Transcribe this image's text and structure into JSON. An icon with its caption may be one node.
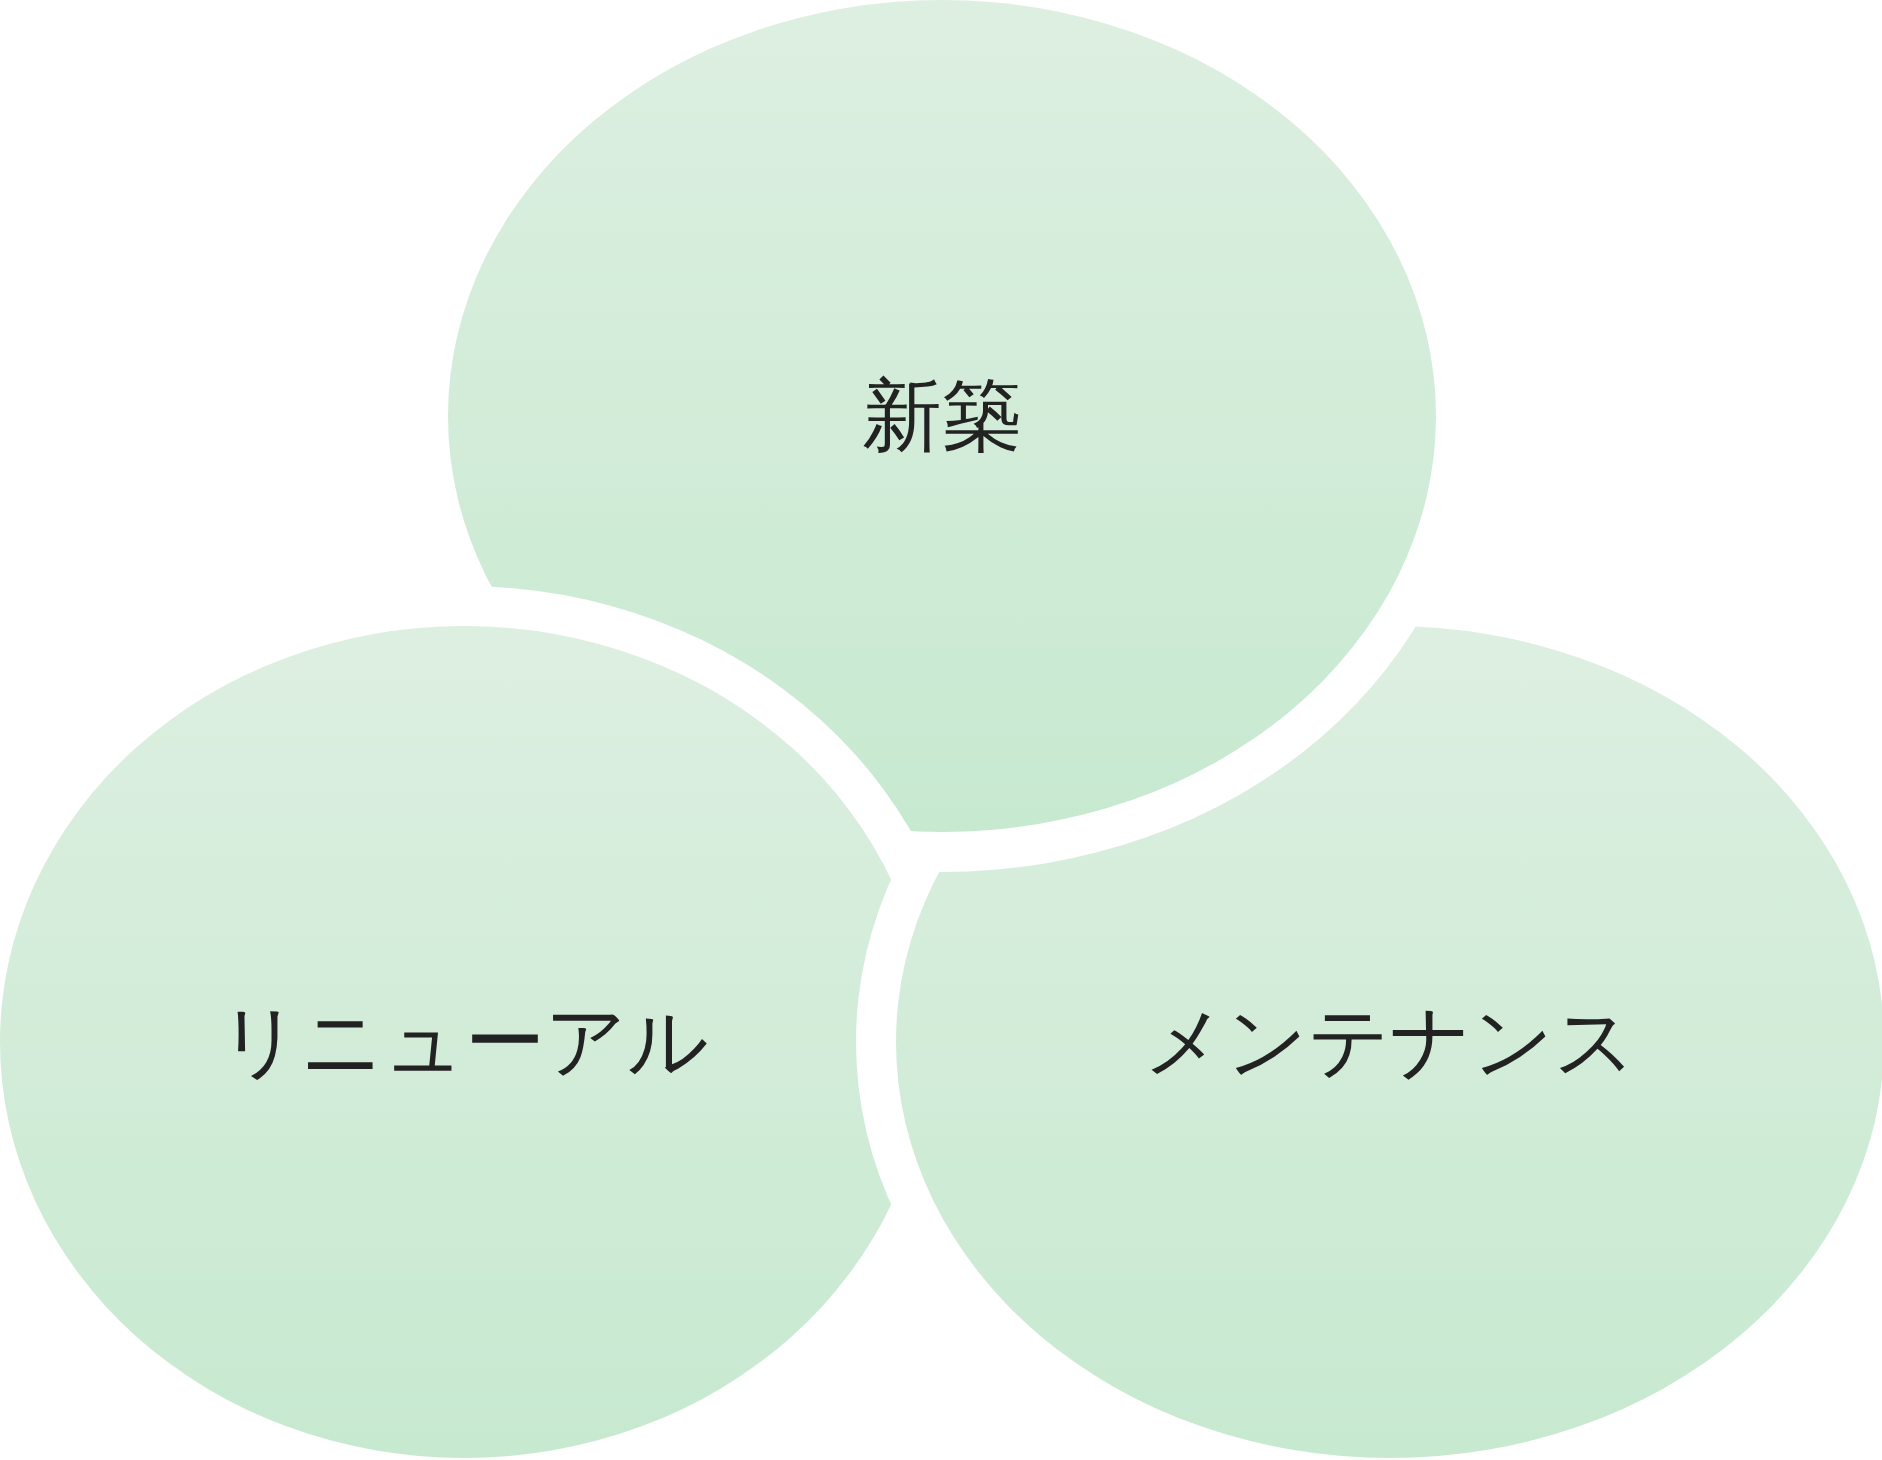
{
  "diagram": {
    "nodes": [
      {
        "text": [
          "新築"
        ]
      },
      {
        "text": [
          "リニューアル"
        ]
      },
      {
        "text": [
          "メンテナンス"
        ]
      }
    ]
  }
}
